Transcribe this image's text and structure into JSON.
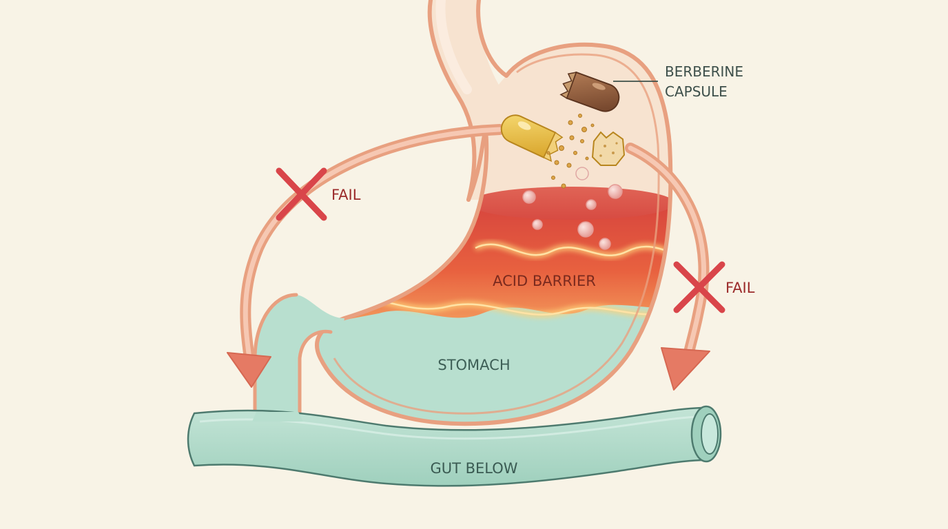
{
  "labels": {
    "capsule_line1": "BERBERINE",
    "capsule_line2": "CAPSULE",
    "fail_left": "FAIL",
    "fail_right": "FAIL",
    "acid_barrier": "ACID BARRIER",
    "stomach": "STOMACH",
    "gut": "GUT BELOW"
  },
  "colors": {
    "background": "#f8f3e6",
    "stomach_outline": "#e8a080",
    "stomach_fill": "#f7e3d0",
    "gut_fill": "#b4dccc",
    "acid_red": "#e05a4a",
    "acid_orange": "#f59a5a",
    "arrow": "#e57a64",
    "fail_x": "#d9454a",
    "fail_text": "#9b2b2b",
    "label_dark": "#3d4f4a",
    "capsule_yellow": "#efc54a",
    "capsule_brown": "#8c5a3c"
  }
}
